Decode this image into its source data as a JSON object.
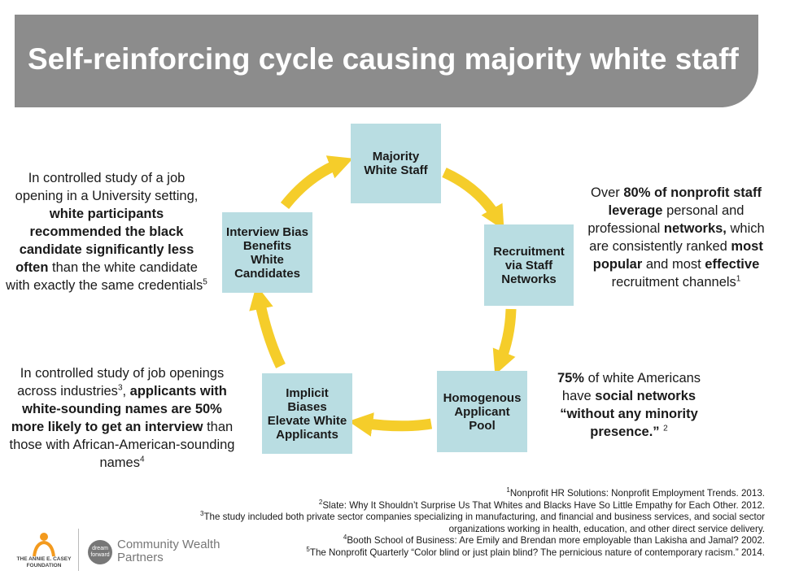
{
  "title": "Self-reinforcing cycle causing majority white staff",
  "colors": {
    "title_bar": "#8c8c8c",
    "node_fill": "#b9dde2",
    "arrow": "#f5cd2a",
    "aecf_orange": "#f39a1e"
  },
  "cycle": {
    "nodes": [
      {
        "id": "majority",
        "label": "Majority\nWhite Staff"
      },
      {
        "id": "recruitment",
        "label": "Recruitment\nvia Staff\nNetworks"
      },
      {
        "id": "homogenous",
        "label": "Homogenous\nApplicant\nPool"
      },
      {
        "id": "implicit",
        "label": "Implicit\nBiases\nElevate White\nApplicants"
      },
      {
        "id": "interview",
        "label": "Interview Bias\nBenefits\nWhite\nCandidates"
      }
    ]
  },
  "left_top": {
    "p1": "In controlled study of a job opening in a University setting, ",
    "b1": "white participants recommended the black candidate significantly less often",
    "p2": " than the white candidate with exactly the same credentials",
    "ref": "5"
  },
  "left_bottom": {
    "p1": "In controlled study of job openings across industries",
    "ref1": "3",
    "p2": ", ",
    "b1": "applicants with white-sounding names are 50% more likely to get an interview",
    "p3": " than those with African-American-sounding names",
    "ref2": "4"
  },
  "right_top": {
    "p1": "Over ",
    "b1": "80% of nonprofit staff leverage",
    "p2": " personal and professional ",
    "b2": "networks,",
    "p3": " which are consistently ranked ",
    "b3": "most popular",
    "p4": " and most ",
    "b4": "effective",
    "p5": " recruitment channels",
    "ref": "1"
  },
  "right_bottom": {
    "b1": "75%",
    "p1": " of white Americans have ",
    "b2": "social networks “without any minority presence.”",
    "ref": "2"
  },
  "footnotes": [
    {
      "num": "1",
      "text": "Nonprofit HR Solutions: Nonprofit Employment Trends. 2013."
    },
    {
      "num": "2",
      "text": "Slate: Why It Shouldn’t Surprise Us That Whites and Blacks Have So Little Empathy for Each Other. 2012."
    },
    {
      "num": "3",
      "text": "The study included both private sector companies specializing in manufacturing, and financial and business services, and social sector organizations working in health, education, and other direct service delivery."
    },
    {
      "num": "4",
      "text": "Booth School of Business: Are Emily and Brendan more employable than Lakisha and Jamal? 2002."
    },
    {
      "num": "5",
      "text": "The Nonprofit Quarterly “Color blind or just plain blind? The pernicious nature of contemporary racism.” 2014."
    }
  ],
  "logos": {
    "aecf": "THE ANNIE E. CASEY FOUNDATION",
    "dream": "dream forward",
    "cwp": "Community Wealth Partners"
  }
}
